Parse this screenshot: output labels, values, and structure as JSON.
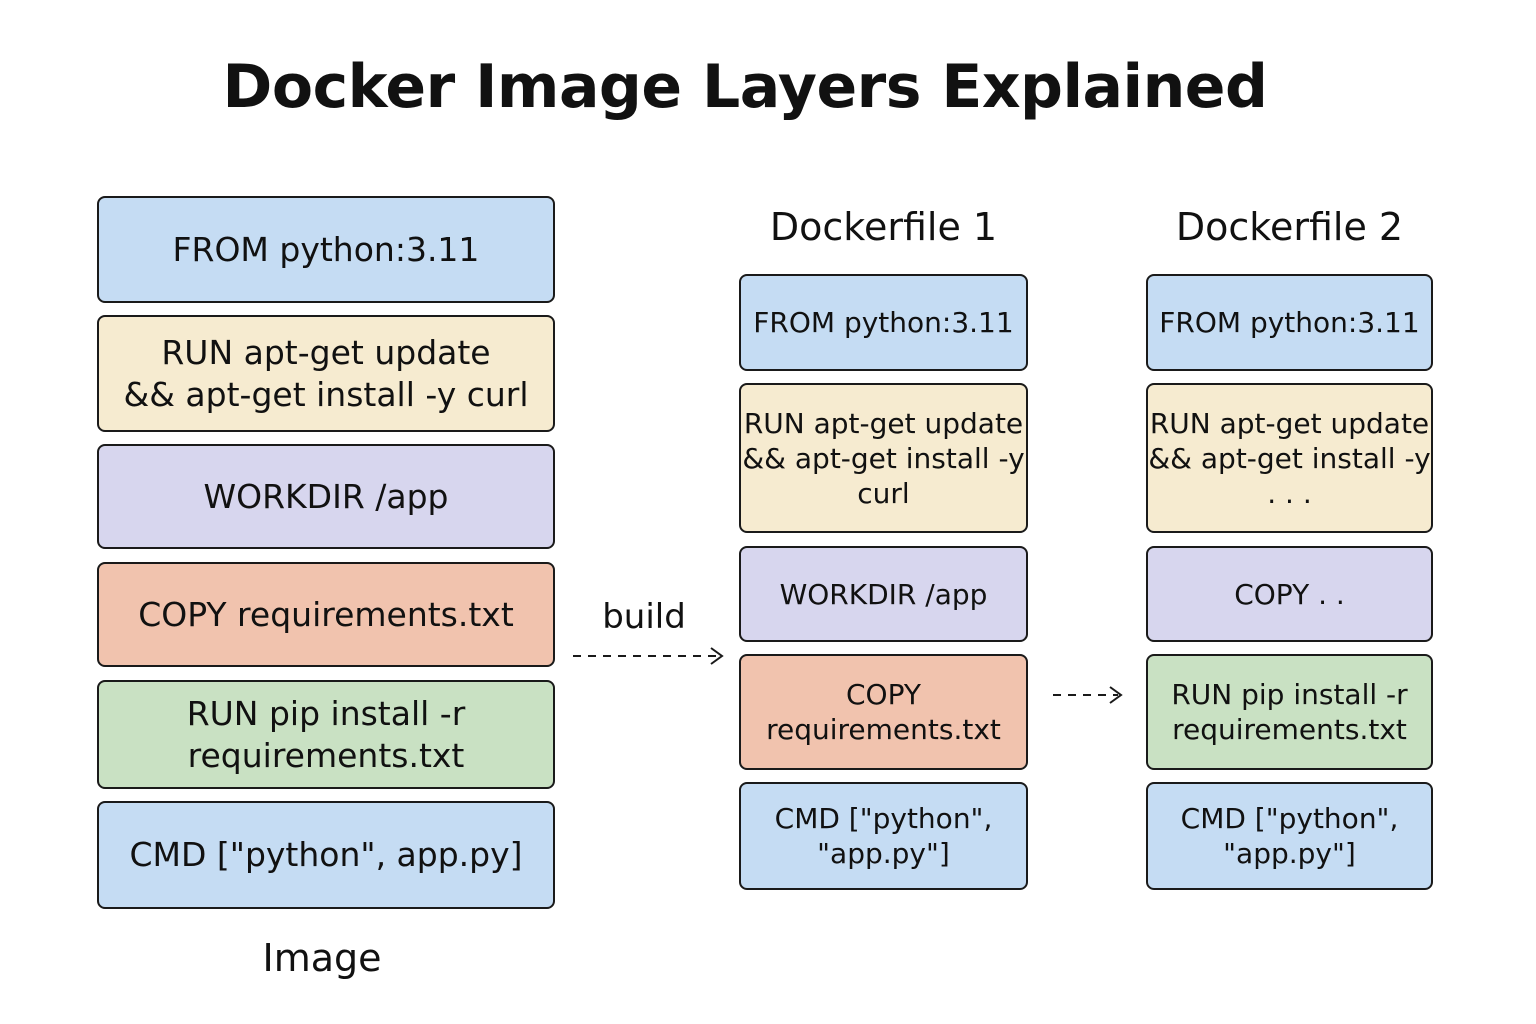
{
  "title": "Docker Image Layers Explained",
  "colors": {
    "blue": "#c5dcf3",
    "yellow": "#f6ebd0",
    "purple": "#d7d6ee",
    "salmon": "#f1c3ae",
    "green": "#c9e1c3",
    "border": "#1a1a1a"
  },
  "image": {
    "label": "Image",
    "layers": [
      {
        "text": "FROM python:3.11",
        "color": "blue"
      },
      {
        "text": "RUN apt-get update\n && apt-get install -y curl",
        "color": "yellow"
      },
      {
        "text": "WORKDIR /app",
        "color": "purple"
      },
      {
        "text": "COPY requirements.txt",
        "color": "salmon"
      },
      {
        "text": "RUN pip install -r\nrequirements.txt",
        "color": "green"
      },
      {
        "text": "CMD [\"python\", app.py]",
        "color": "blue"
      }
    ]
  },
  "build_label": "build",
  "dockerfile1": {
    "title": "Dockerfile 1",
    "layers": [
      {
        "text": "FROM python:3.11",
        "color": "blue"
      },
      {
        "text": "RUN apt-get update\n&& apt-get install -y\ncurl",
        "color": "yellow"
      },
      {
        "text": "WORKDIR /app",
        "color": "purple"
      },
      {
        "text": "COPY\nrequirements.txt",
        "color": "salmon"
      },
      {
        "text": "CMD [\"python\",\n\"app.py\"]",
        "color": "blue"
      }
    ]
  },
  "dockerfile2": {
    "title": "Dockerfile 2",
    "layers": [
      {
        "text": "FROM python:3.11",
        "color": "blue"
      },
      {
        "text": "RUN apt-get update\n&& apt-get install -y\n. . .",
        "color": "yellow"
      },
      {
        "text": "COPY . .",
        "color": "purple"
      },
      {
        "text": "RUN pip install -r\nrequirements.txt",
        "color": "green"
      },
      {
        "text": "CMD [\"python\",\n\"app.py\"]",
        "color": "blue"
      }
    ]
  }
}
